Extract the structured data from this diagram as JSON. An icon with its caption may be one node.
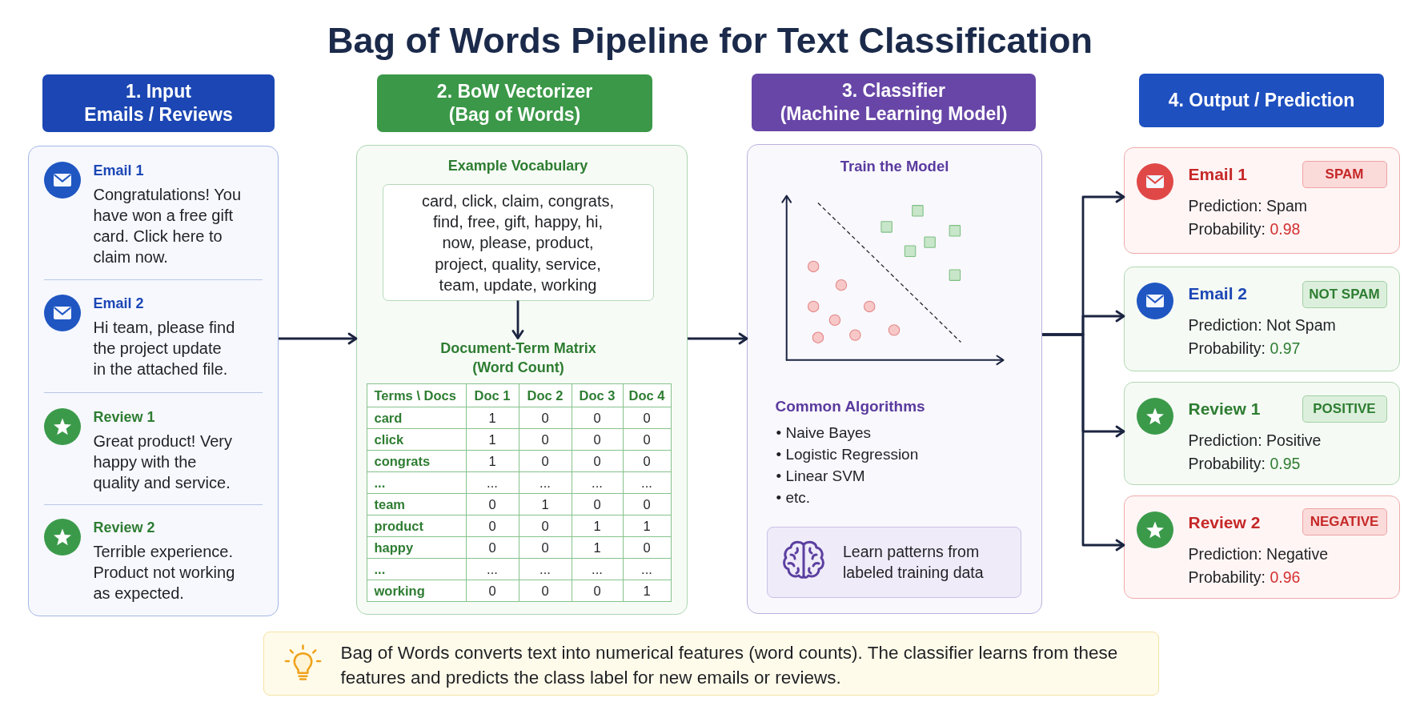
{
  "diagram": {
    "title": "Bag of Words Pipeline for Text Classification",
    "nodes": [
      {
        "text": [
          "1. Input",
          "Emails / Reviews"
        ]
      },
      {
        "text": [],
        "shape": "box"
      },
      {
        "text": [
          "Email 1",
          "Congratulations! You have won a free gift card. Click here to claim now."
        ],
        "in": 1
      },
      {
        "text": [
          "Email 2",
          "Hi team, please find the project update in the attached file."
        ],
        "in": 1
      },
      {
        "text": [
          "Review 1",
          "Great product! Very happy with the quality and service."
        ],
        "in": 1
      },
      {
        "text": [
          "Review 2",
          "Terrible experience. Product not working as expected."
        ],
        "in": 1
      },
      {
        "text": [
          "2. BoW Vectorizer",
          "(Bag of Words)"
        ]
      },
      {
        "text": [],
        "shape": "box"
      },
      {
        "text": [
          "Example Vocabulary",
          "card, click, claim, congrats, find, free, gift, happy, hi, now, please, product, project, quality, service, team, update, working"
        ],
        "in": 7
      },
      {
        "text": [
          "Document-Term Matrix (Word Count)"
        ],
        "in": 7
      },
      {
        "text": [
          "3. Classifier",
          "(Machine Learning Model)"
        ]
      },
      {
        "text": [
          "Train the Model",
          "Common Algorithms",
          "• Naive Bayes",
          "• Logistic Regression",
          "• Linear SVM",
          "• etc."
        ]
      },
      {
        "text": [
          "Learn patterns from labeled training data"
        ],
        "in": 11
      },
      {
        "text": [
          "4. Output / Prediction"
        ]
      },
      {
        "text": [
          "Email 1",
          "Prediction: Spam",
          "Probability: 0.98"
        ]
      },
      {
        "text": [
          "SPAM"
        ],
        "in": 14
      },
      {
        "text": [
          "Email 2",
          "Prediction: Not Spam",
          "Probability: 0.97"
        ]
      },
      {
        "text": [
          "NOT SPAM"
        ],
        "in": 16
      },
      {
        "text": [
          "Review 1",
          "Prediction: Positive",
          "Probability: 0.95"
        ]
      },
      {
        "text": [
          "POSITIVE"
        ],
        "in": 18
      },
      {
        "text": [
          "Review 2",
          "Prediction: Negative",
          "Probability: 0.96"
        ]
      },
      {
        "text": [
          "NEGATIVE"
        ],
        "in": 20
      },
      {
        "text": [
          "Bag of Words converts text into numerical features (word counts). The classifier learns from these features and predicts the class label for new emails or reviews."
        ]
      }
    ],
    "edges": [
      {
        "from": 1,
        "to": 7,
        "arrow": "to"
      },
      {
        "from": 8,
        "to": 9,
        "arrow": "to"
      },
      {
        "from": 7,
        "to": 11,
        "arrow": "to"
      },
      {
        "from": 11,
        "to": 14,
        "arrow": "to"
      },
      {
        "from": 11,
        "to": 16,
        "arrow": "to"
      },
      {
        "from": 11,
        "to": 18,
        "arrow": "to"
      },
      {
        "from": 11,
        "to": 20,
        "arrow": "to"
      }
    ],
    "labels": [
      "Terms \\ Docs",
      "Doc 1",
      "Doc 2",
      "Doc 3",
      "Doc 4",
      "card",
      "1",
      "0",
      "0",
      "0",
      "click",
      "1",
      "0",
      "0",
      "0",
      "congrats",
      "1",
      "0",
      "0",
      "0",
      "...",
      "...",
      "...",
      "...",
      "...",
      "team",
      "0",
      "1",
      "0",
      "0",
      "product",
      "0",
      "0",
      "1",
      "1",
      "happy",
      "0",
      "0",
      "1",
      "0",
      "...",
      "...",
      "...",
      "...",
      "...",
      "working",
      "0",
      "0",
      "0",
      "1"
    ]
  }
}
